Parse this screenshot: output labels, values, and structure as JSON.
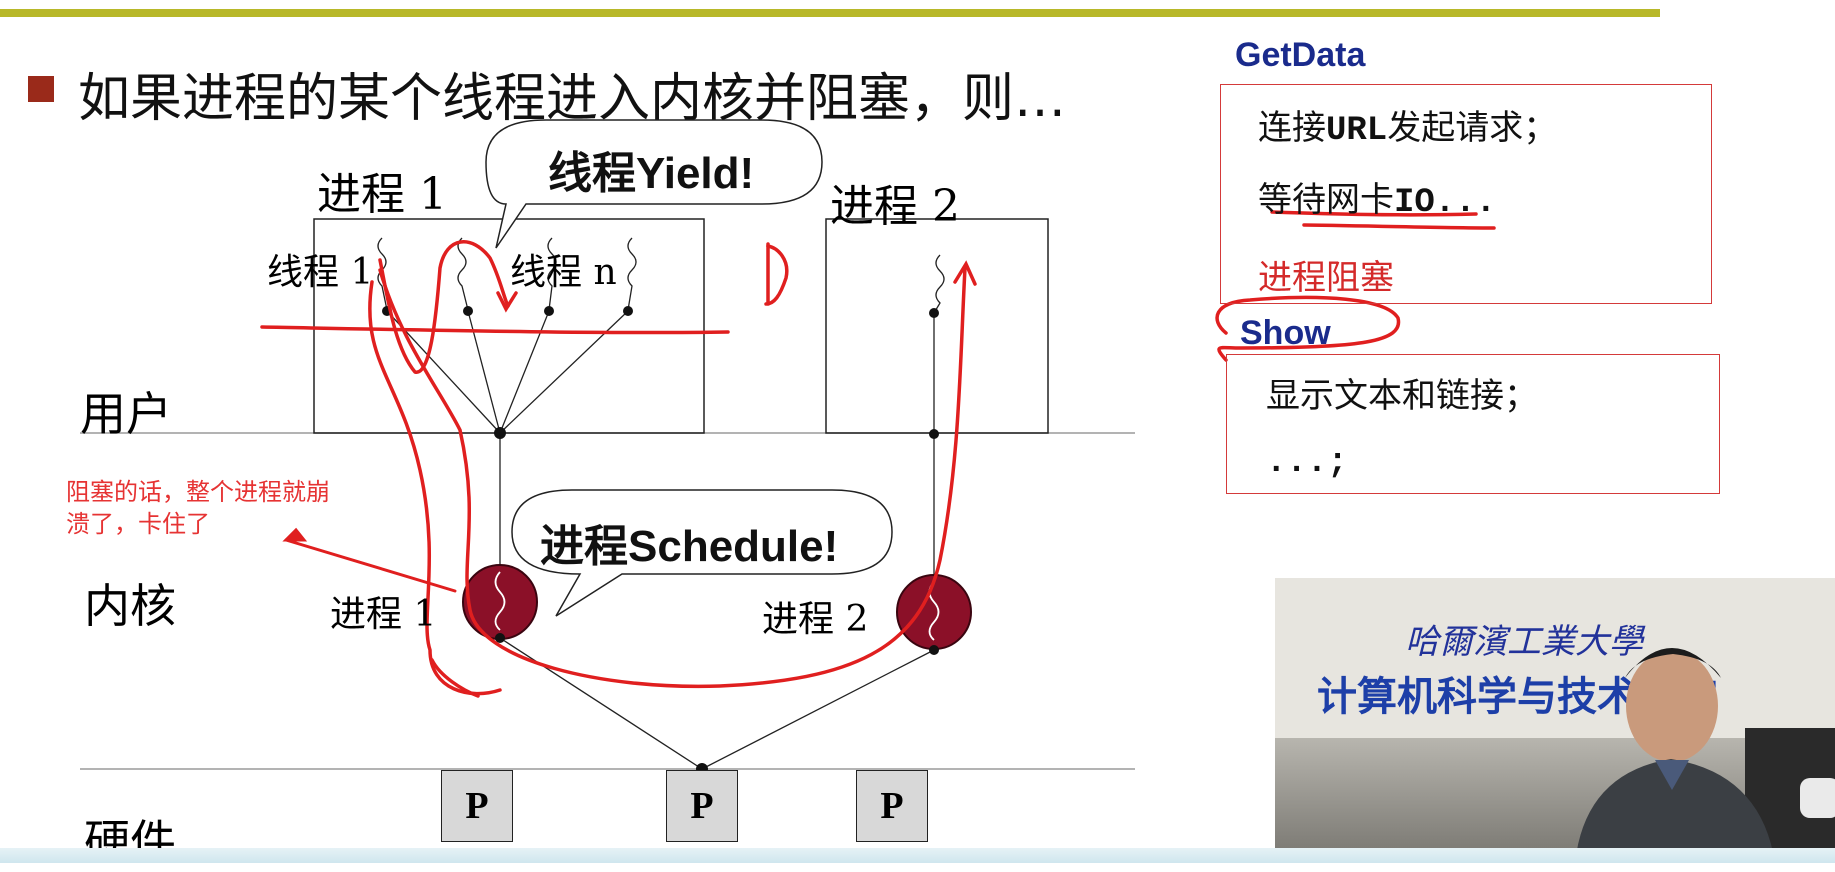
{
  "slide": {
    "heading": "如果进程的某个线程进入内核并阻塞，则…",
    "process1_label": "进程 1",
    "process2_label": "进程 2",
    "thread1_label": "线程 1",
    "threadn_label": "线程 n",
    "user_label": "用户",
    "kernel_label": "内核",
    "hardware_label": "硬件",
    "kernel_proc1_label": "进程 1",
    "kernel_proc2_label": "进程 2",
    "bubble_yield": "线程Yield!",
    "bubble_schedule": "进程Schedule!",
    "processors": [
      "P",
      "P",
      "P"
    ],
    "annotation": "阻塞的话，整个进程就崩溃了，卡住了"
  },
  "code_panel": {
    "getdata_title": "GetData",
    "getdata_lines": [
      {
        "pre": "连接",
        "mono": "URL",
        "post": "发起请求；"
      },
      {
        "pre": "等待网卡",
        "mono": "IO...",
        "post": ""
      },
      {
        "pre": "进程阻塞",
        "mono": "",
        "post": ""
      }
    ],
    "show_title": "Show",
    "show_lines": [
      "显示文本和链接；",
      "...;"
    ]
  },
  "video": {
    "sign_line1": "哈爾濱工業大學",
    "sign_line2": "计算机科学与技术学院"
  },
  "colors": {
    "topbar": "#b8b829",
    "ink_red": "#e01f1f",
    "ball": "#8b1028",
    "title_blue": "#1a2b8c"
  }
}
